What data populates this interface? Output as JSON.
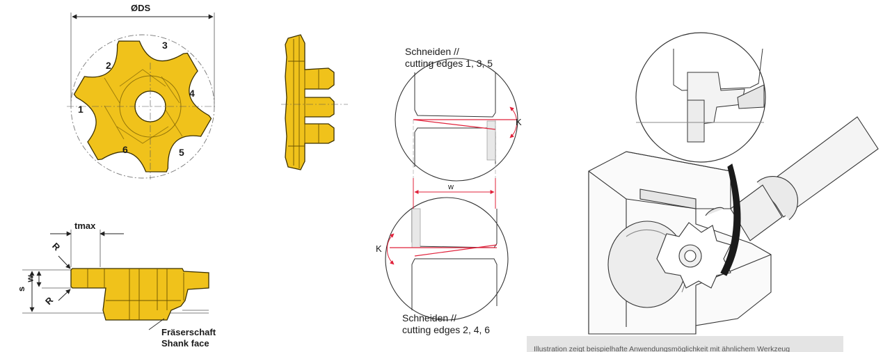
{
  "colors": {
    "insert_fill": "#f0c21b",
    "insert_stroke": "#3b3000",
    "dim_line": "#222222",
    "red_line": "#e0213a",
    "line_gray": "#6e6e6e",
    "note_bg": "#e4e4e4"
  },
  "labels": {
    "diameter": "ØDS",
    "tmax": "tmax",
    "radius": "R",
    "s": "s",
    "w": "w",
    "k": "K",
    "w_center": "w"
  },
  "teeth": [
    "1",
    "2",
    "3",
    "4",
    "5",
    "6"
  ],
  "captions": {
    "top_line1": "Schneiden //",
    "top_line2": "cutting edges 1, 3, 5",
    "bottom_line1": "Schneiden //",
    "bottom_line2": "cutting edges 2, 4, 6",
    "shank_de": "Fräserschaft",
    "shank_en": "Shank face"
  },
  "note": "Illustration zeigt beispielhafte Anwendungsmöglichkeit mit ähnlichem Werkzeug"
}
